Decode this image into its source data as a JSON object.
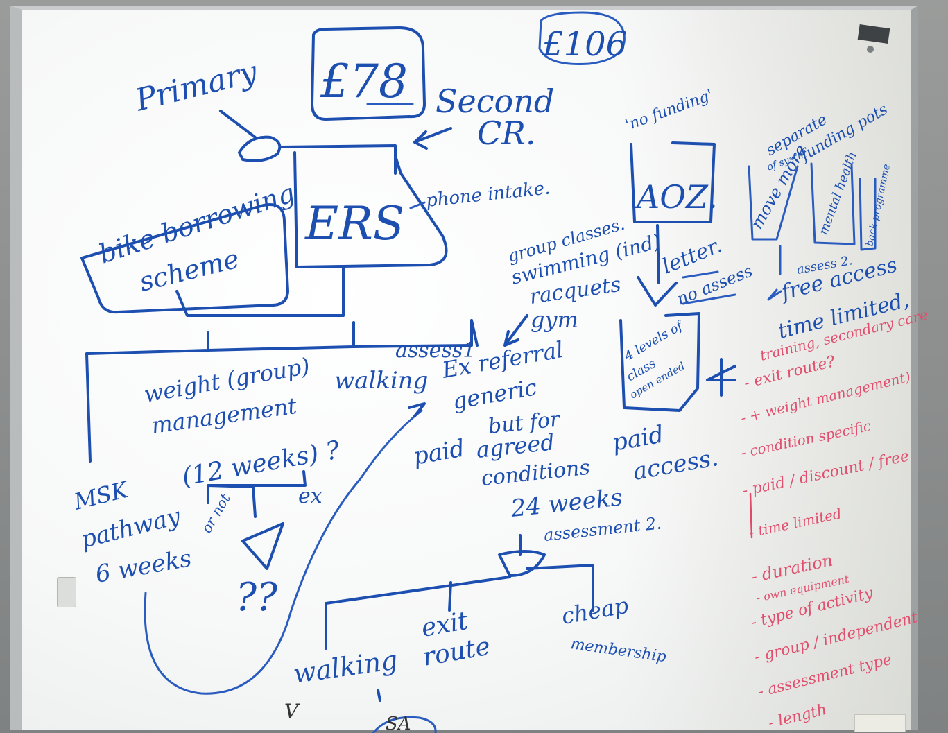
{
  "board": {
    "blue": {
      "primary": "Primary",
      "cost_78": "£78",
      "cost_106": "£106",
      "second_line1": "Second",
      "second_line2": "CR.",
      "no_funding": "'no funding'",
      "ers": "ERS",
      "phone_intake": "phone intake.",
      "bike_line1": "bike borrowing",
      "bike_line2": "scheme",
      "aoz": "AOZ.",
      "letter": "letter.",
      "no_assess": "no assess",
      "separate": "separate",
      "funding_pots": "funding pots",
      "of_system": "of systm",
      "move_more": "move more",
      "mental_health": "mental health",
      "back_programme": "back programme",
      "group_classes": "group classes.",
      "swimming": "swimming (ind)",
      "racquets": "racquets",
      "gym": "gym",
      "assess1": "assess1",
      "four_levels_1": "4 levels of",
      "four_levels_2": "class",
      "four_levels_3": "open ended",
      "assess2_small": "assess 2.",
      "free_access": "free access",
      "time_limited": "time limited,",
      "weight_group_1": "weight (group)",
      "weight_group_2": "management",
      "walking_1": "walking",
      "ex_referral": "Ex referral",
      "generic": "generic",
      "but_for": "but for",
      "paid_1": "paid",
      "agreed": "agreed",
      "conditions": "conditions",
      "paid_access_1": "paid",
      "paid_access_2": "access.",
      "twelve_weeks": "(12 weeks) ?",
      "msk_1": "MSK",
      "msk_2": "pathway",
      "msk_3": "6 weeks",
      "or_not": "or not",
      "ex": "ex",
      "twentyfour_weeks": "24 weeks",
      "assessment2": "assessment 2.",
      "qq": "??",
      "walking_2": "walking",
      "exit_route_1": "exit",
      "exit_route_2": "route",
      "cheap_1": "cheap",
      "cheap_2": "membership"
    },
    "red": {
      "line1": "training, secondary care",
      "line2": "- exit route?",
      "line3": "- + weight management)",
      "line4": "- condition specific",
      "line5": "- paid / discount / free",
      "line6": "- time limited",
      "line7": "- duration",
      "line8": "- own equipment",
      "line9": "- type of activity",
      "line10": "- group / independent",
      "line11": "- assessment type",
      "line12": "- length"
    },
    "misc": {
      "sa": "SA",
      "v": "V"
    }
  },
  "colors": {
    "blue_marker": "#1d4fb0",
    "red_marker": "#e0496a",
    "board": "#f7f8f8",
    "frame": "#b9bcbd"
  }
}
